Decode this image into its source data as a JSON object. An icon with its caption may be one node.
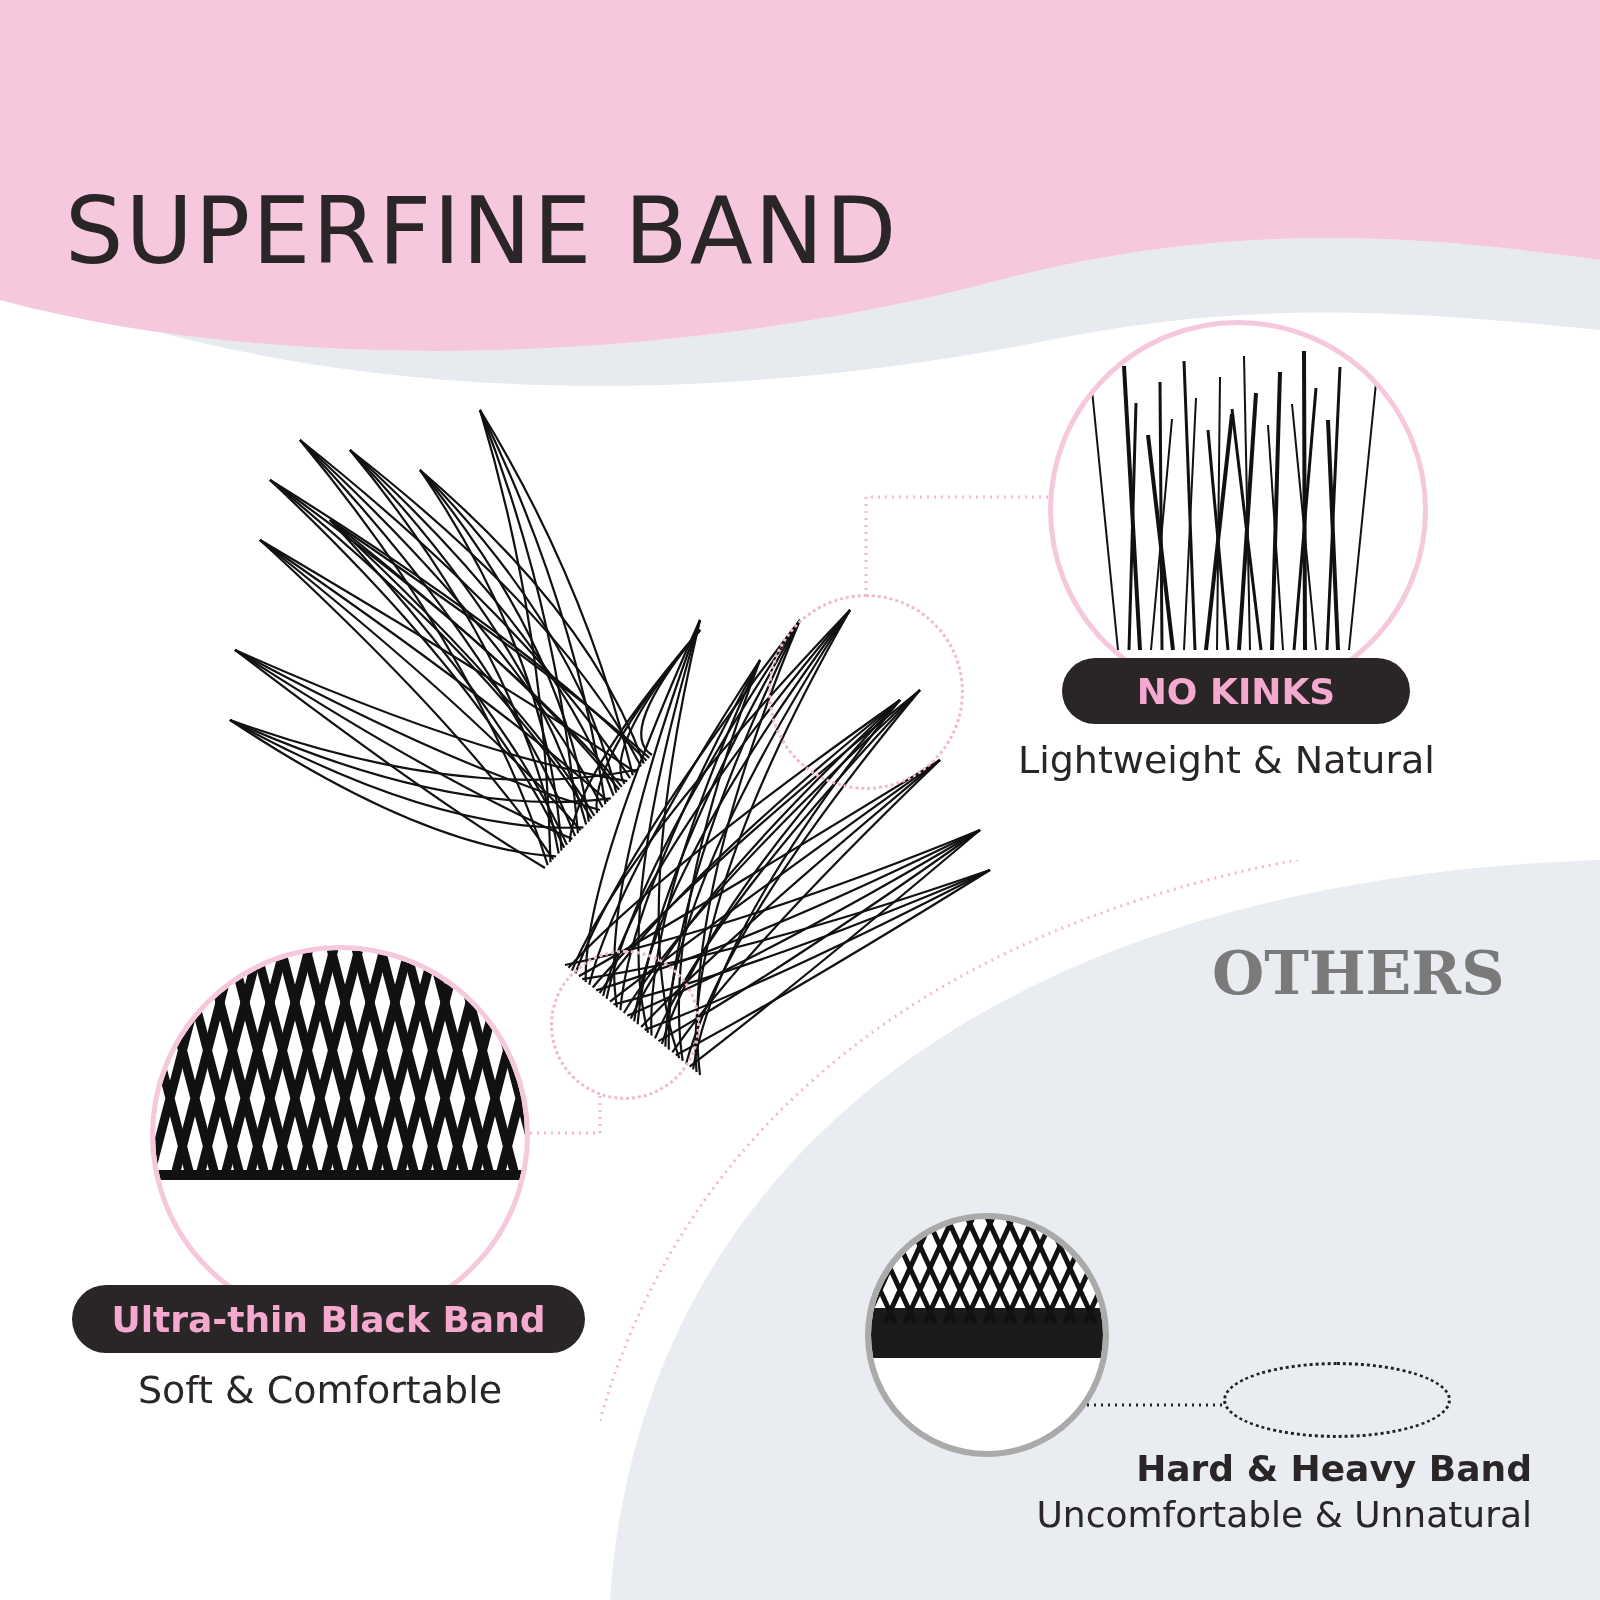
{
  "diagram": {
    "title": "SUPERFINE BAND",
    "nodes": [
      {
        "text": [],
        "shape": "picture"
      },
      {
        "text": [
          "NO KINKS"
        ],
        "beside": [
          "Lightweight & Natural"
        ]
      },
      {
        "text": [],
        "shape": "circle"
      },
      {
        "text": [],
        "shape": "picture"
      },
      {
        "text": [
          "Ultra-thin Black Band"
        ],
        "beside": [
          "Soft & Comfortable"
        ]
      },
      {
        "text": [],
        "shape": "circle"
      },
      {
        "text": [
          "OTHERS"
        ]
      },
      {
        "text": [],
        "shape": "picture",
        "in": 6
      },
      {
        "text": [],
        "shape": "circle",
        "in": 6
      }
    ],
    "edges": [
      {
        "from": 0,
        "to": 2,
        "arrow": "none",
        "style": "dashed"
      },
      {
        "from": 3,
        "to": 5,
        "arrow": "none",
        "style": "dashed"
      },
      {
        "from": 7,
        "to": 8,
        "arrow": "none",
        "style": "dashed",
        "color": "#222222"
      }
    ],
    "labels": [
      "Hard & Heavy Band",
      "Uncomfortable & Unnatural"
    ]
  }
}
